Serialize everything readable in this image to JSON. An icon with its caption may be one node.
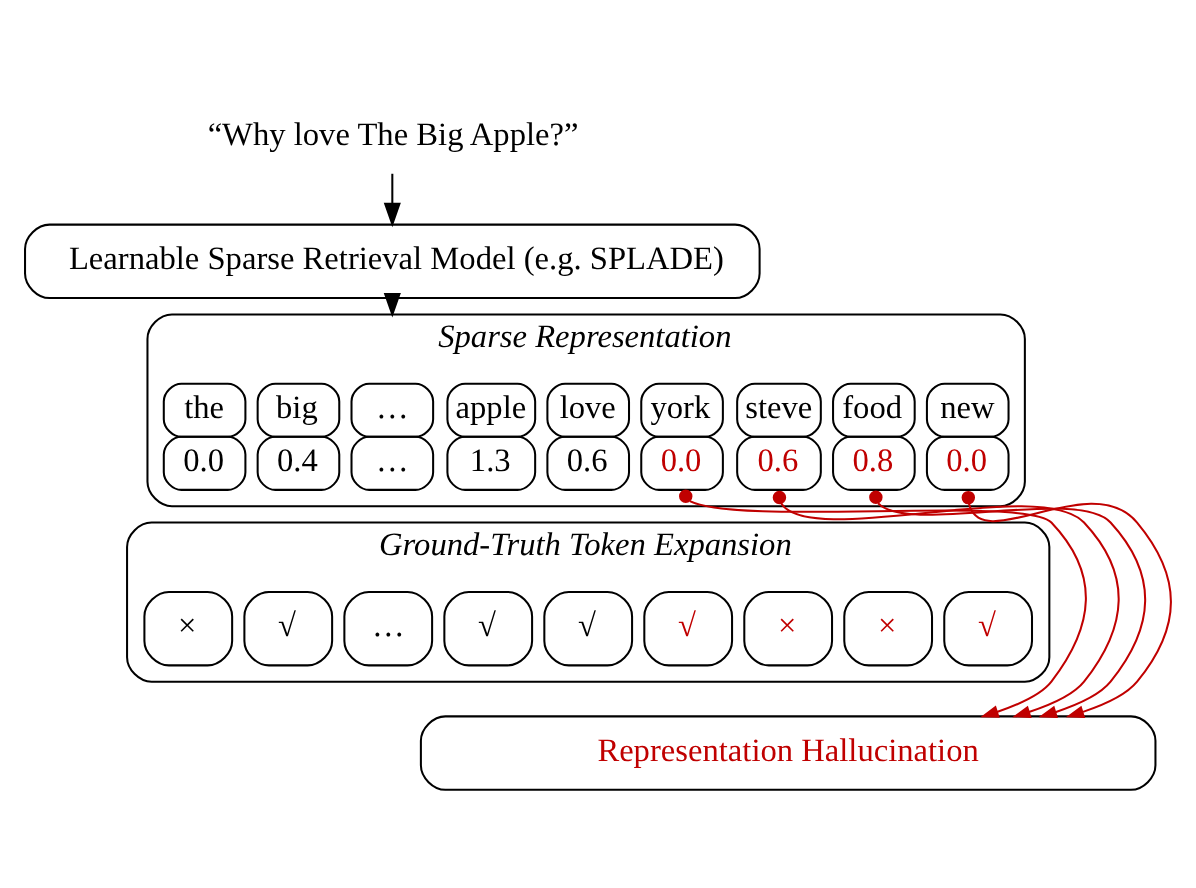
{
  "diagram": {
    "nodes": [
      {
        "text": [
          "“Why love The Big Apple?”"
        ]
      },
      {
        "text": [
          "Learnable Sparse Retrieval Model (e.g. SPLADE)"
        ]
      },
      {
        "text": [
          "Sparse Representation"
        ]
      },
      {
        "text": [
          "the",
          "0.0"
        ],
        "in": 2
      },
      {
        "text": [
          "new",
          "0.0"
        ],
        "in": 2
      },
      {
        "text": [
          "york",
          "0.0"
        ],
        "in": 2
      },
      {
        "text": [
          "big",
          "0.4"
        ],
        "in": 2
      },
      {
        "text": [
          "…",
          "…"
        ],
        "in": 2
      },
      {
        "text": [
          "apple",
          "1.3"
        ],
        "in": 2
      },
      {
        "text": [
          "steve",
          "0.6"
        ],
        "in": 2
      },
      {
        "text": [
          "love",
          "0.6"
        ],
        "in": 2
      },
      {
        "text": [
          "food",
          "0.8"
        ],
        "in": 2
      },
      {
        "text": [
          "Ground-Truth Token Expansion"
        ]
      },
      {
        "text": [
          "×"
        ],
        "in": 12
      },
      {
        "text": [
          "√"
        ],
        "in": 12
      },
      {
        "text": [
          "√"
        ],
        "in": 12
      },
      {
        "text": [
          "√"
        ],
        "in": 12
      },
      {
        "text": [
          "…"
        ],
        "in": 12
      },
      {
        "text": [
          "√"
        ],
        "in": 12
      },
      {
        "text": [
          "×"
        ],
        "in": 12
      },
      {
        "text": [
          "√"
        ],
        "in": 12
      },
      {
        "text": [
          "×"
        ],
        "in": 12
      },
      {
        "text": [
          "Representation Hallucination"
        ]
      }
    ],
    "edges": [
      {
        "from": 0,
        "to": 1,
        "arrow": "to",
        "color": "#000000"
      },
      {
        "from": 1,
        "to": 2,
        "arrow": "to",
        "color": "#000000"
      },
      {
        "from": 4,
        "to": 22,
        "arrow": "to",
        "color": "#c00000"
      },
      {
        "from": 5,
        "to": 22,
        "arrow": "to",
        "color": "#c00000"
      },
      {
        "from": 9,
        "to": 22,
        "arrow": "to",
        "color": "#c00000"
      },
      {
        "from": 11,
        "to": 22,
        "arrow": "to",
        "color": "#c00000"
      }
    ]
  }
}
